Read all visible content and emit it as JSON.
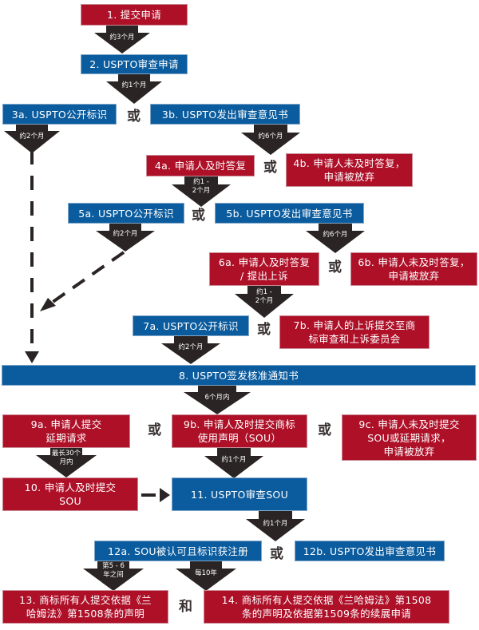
{
  "colors": {
    "red": "#ae1028",
    "blue": "#0b5c9e",
    "arrow": "#2b2424"
  },
  "steps": {
    "s1": "1. 提交申请",
    "s2": "2. USPTO审查申请",
    "s3a": "3a. USPTO公开标识",
    "s3b": "3b. USPTO发出审查意见书",
    "s4a": "4a. 申请人及时答复",
    "s4b": "4b. 申请人未及时答复，\n申请被放弃",
    "s5a": "5a. USPTO公开标识",
    "s5b": "5b. USPTO发出审查意见书",
    "s6a": "6a. 申请人及时答复\n/ 提出上诉",
    "s6b": "6b. 申请人未及时答复，\n申请被放弃",
    "s7a": "7a. USPTO公开标识",
    "s7b": "7b. 申请人的上诉提交至商\n标审查和上诉委员会",
    "s8": "8. USPTO签发核准通知书",
    "s9a": "9a. 申请人提交\n延期请求",
    "s9b": "9b. 申请人及时提交商标\n使用声明（SOU）",
    "s9c": "9c. 申请人未及时提交\nSOU或延期请求，\n申请被放弃",
    "s10": "10. 申请人及时提交\nSOU",
    "s11": "11. USPTO审查SOU",
    "s12a": "12a. SOU被认可且标识获注册",
    "s12b": "12b. USPTO发出审查意见书",
    "s13": "13. 商标所有人提交依据《兰\n哈姆法》第1508条的声明",
    "s14": "14. 商标所有人提交依据《兰哈姆法》第1508\n条的声明及依据第1509条的续展申请"
  },
  "arrows": {
    "a1_2": "约3个月",
    "a2_3": "约1个月",
    "a3a": "约2个月",
    "a3b_4": "约6个月",
    "a4a_5": "约1 -\n2个月",
    "a5a": "约2个月",
    "a5b_6": "约6个月",
    "a6a_7": "约1 -\n2个月",
    "a7a_8": "约2个月",
    "a8_9": "6个月内",
    "a9a_10": "最长30个\n月内",
    "a9b_11": "约1个月",
    "a11_12": "约1个月",
    "a12_13": "第5 - 6\n年之间",
    "a12_14": "每10年"
  },
  "connectors": {
    "or": "或",
    "and": "和"
  }
}
